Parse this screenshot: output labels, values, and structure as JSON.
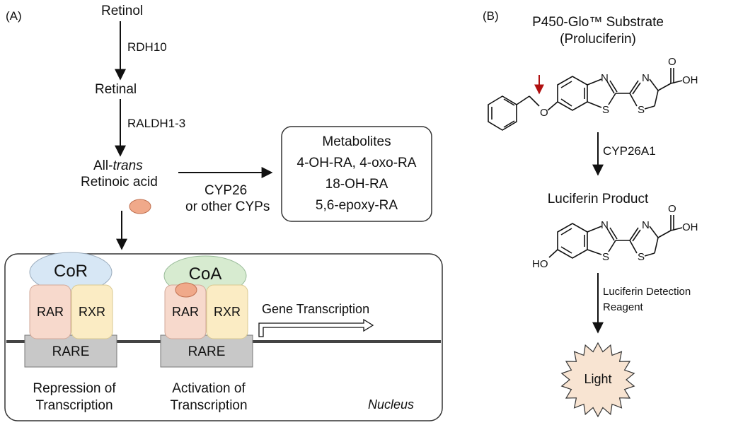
{
  "panel_a": {
    "label": "(A)",
    "retinol": "Retinol",
    "rdh10": "RDH10",
    "retinal": "Retinal",
    "raldh": "RALDH1-3",
    "atra_line1_prefix": "All-",
    "atra_line1_italic": "trans",
    "atra_line2": "Retinoic acid",
    "cyp26": "CYP26",
    "other_cyps": "or other CYPs",
    "metabolites": {
      "title": "Metabolites",
      "items": [
        "4-OH-RA, 4-oxo-RA",
        "18-OH-RA",
        "5,6-epoxy-RA"
      ]
    },
    "nucleus": {
      "label": "Nucleus",
      "cor": "CoR",
      "coa": "CoA",
      "rar": "RAR",
      "rxr": "RXR",
      "rare": "RARE",
      "gene_transcription": "Gene Transcription",
      "repression_1": "Repression of",
      "repression_2": "Transcription",
      "activation_1": "Activation of",
      "activation_2": "Transcription"
    }
  },
  "panel_b": {
    "label": "(B)",
    "substrate_1": "P450-Glo™ Substrate",
    "substrate_2": "(Proluciferin)",
    "enzyme": "CYP26A1",
    "product": "Luciferin Product",
    "detection_1": "Luciferin Detection",
    "detection_2": "Reagent",
    "light": "Light",
    "atoms": {
      "n": "N",
      "s": "S",
      "o": "O",
      "oh": "OH",
      "ho": "HO"
    }
  },
  "colors": {
    "ra_dot": "#f0a98a",
    "cor": "#d7e7f5",
    "coa": "#d7ebd0",
    "rar": "#f7d9cc",
    "rxr": "#fbecc4",
    "rare": "#c8c8c8",
    "light_fill": "#f8e4d2",
    "red_arrow": "#b01010"
  }
}
